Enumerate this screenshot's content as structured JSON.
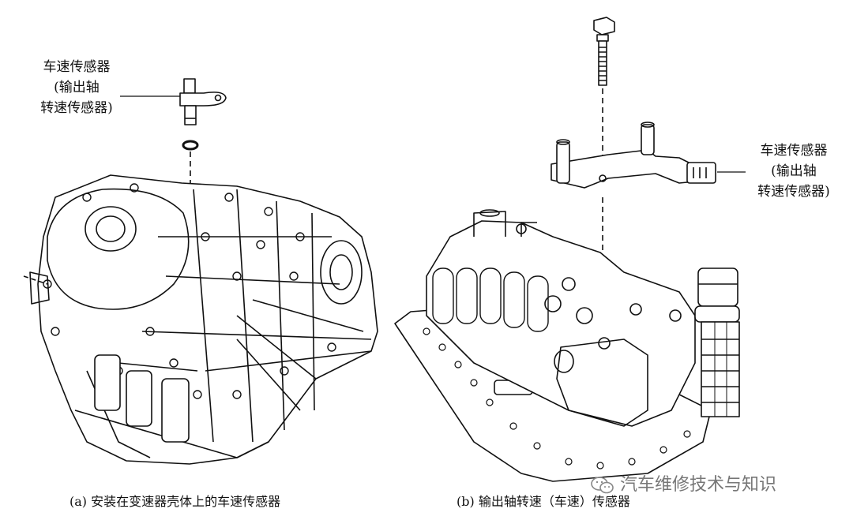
{
  "left": {
    "label_lines": [
      "车速传感器",
      "(输出轴",
      "转速传感器)"
    ],
    "caption": "(a) 安装在变速器壳体上的车速传感器"
  },
  "right": {
    "label_lines": [
      "车速传感器",
      "(输出轴",
      "转速传感器)"
    ],
    "caption": "(b) 输出轴转速（车速）传感器"
  },
  "watermark": {
    "text": "汽车维修技术与知识",
    "icon": "wechat-icon"
  }
}
